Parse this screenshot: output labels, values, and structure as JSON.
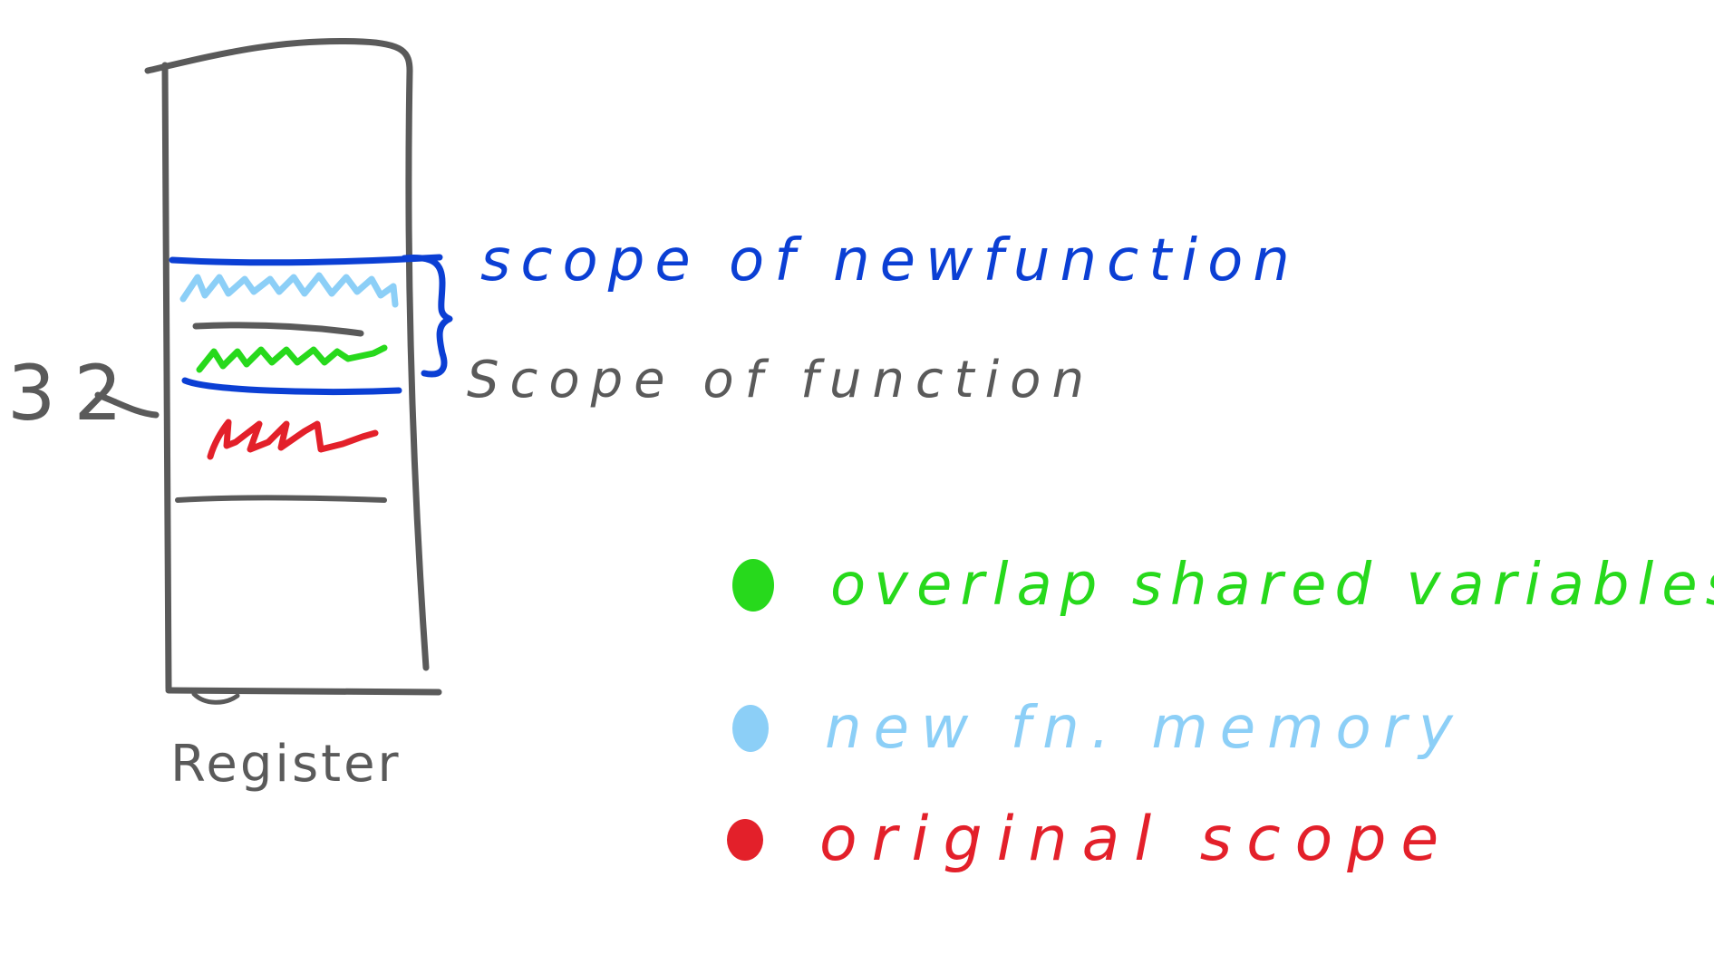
{
  "colors": {
    "gray": "#5a5a5a",
    "blue": "#0b3fd4",
    "light_blue": "#8ccff7",
    "green": "#27d91c",
    "red": "#e3202a"
  },
  "diagram": {
    "side_label": "32",
    "register_label": "Register",
    "scope_new_label": "scope of newfunction",
    "scope_fn_label": "Scope of function"
  },
  "legend": [
    {
      "label": "overlap shared variables",
      "color": "#27d91c"
    },
    {
      "label": "new fn. memory",
      "color": "#8ccff7"
    },
    {
      "label": "original scope",
      "color": "#e3202a"
    }
  ]
}
